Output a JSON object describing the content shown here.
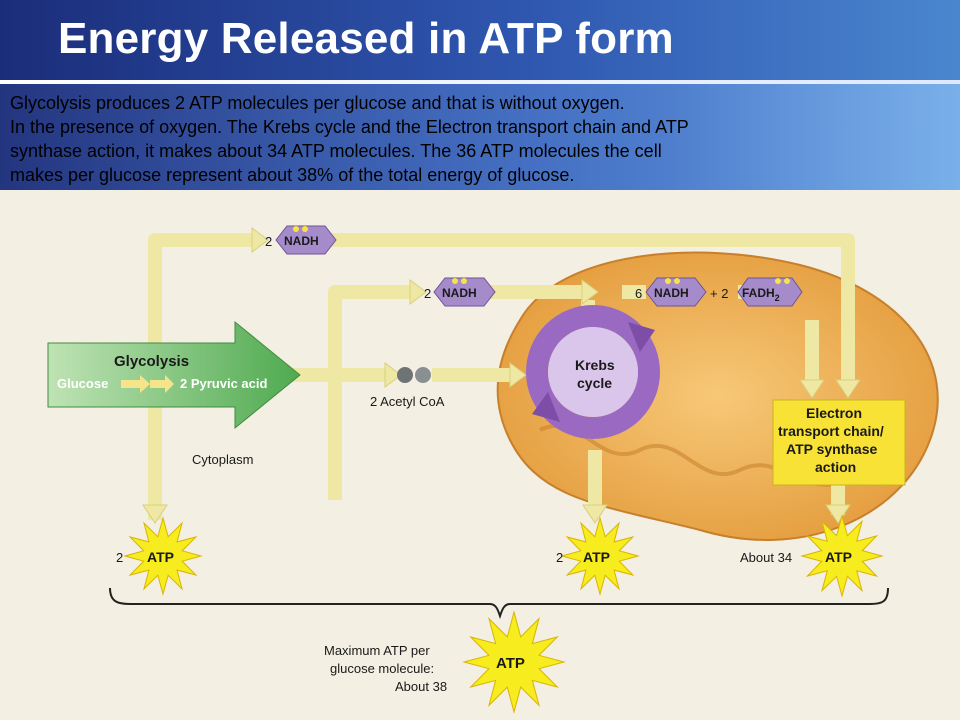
{
  "title": "Energy Released in ATP form",
  "body_lines": [
    "Glycolysis produces 2 ATP molecules per glucose and that is without oxygen.",
    "In the presence of oxygen. The Krebs cycle and the Electron transport chain and ATP",
    "synthase action, it makes about 34 ATP molecules. The 36 ATP molecules the cell",
    "makes per glucose represent about 38% of the total energy of glucose."
  ],
  "diagram": {
    "top_nadh_count": "2",
    "nadh_label": "NADH",
    "mid_nadh_count": "2",
    "krebs_nadh_count": "6",
    "plus_fadh_count": "+ 2",
    "fadh_label": "FADH",
    "fadh_sub": "2",
    "glycolysis_label": "Glycolysis",
    "glucose_label": "Glucose",
    "pyruvic_label": "2 Pyruvic acid",
    "acetyl_label": "2 Acetyl CoA",
    "krebs_label_1": "Krebs",
    "krebs_label_2": "cycle",
    "etc_lines": [
      "Electron",
      "transport chain/",
      "ATP synthase",
      "action"
    ],
    "cytoplasm_label": "Cytoplasm",
    "atp_label": "ATP",
    "atp1_count": "2",
    "atp2_count": "2",
    "atp3_count": "About 34",
    "max_lines": [
      "Maximum ATP per",
      "glucose molecule:",
      "About 38"
    ]
  },
  "colors": {
    "header_dark": "#1b2d7a",
    "arrow_yellow": "#f4efb0",
    "glycolysis_green": "#5cba5a",
    "mito_orange": "#f0b75a",
    "krebs_purple": "#9a6ac2",
    "nadh_purple": "#a58bc9",
    "etc_yellow": "#f7e235",
    "atp_star": "#f6ec1e"
  }
}
